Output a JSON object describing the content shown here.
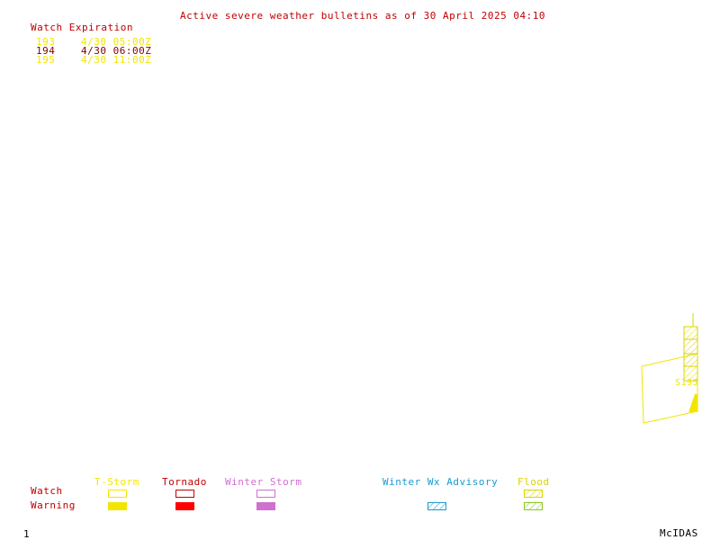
{
  "header": {
    "title": "Active severe weather bulletins as of 30 April 2025 04:10",
    "watch_expiration_label": "Watch Expiration"
  },
  "watches": [
    {
      "id": "193",
      "expires": "4/30 05:00Z",
      "color": "#f2e600"
    },
    {
      "id": "194",
      "expires": "4/30 06:00Z",
      "color": "#800000"
    },
    {
      "id": "195",
      "expires": "4/30 11:00Z",
      "color": "#f2e600"
    }
  ],
  "map": {
    "watch_label": "S195",
    "watch_label_color": "#f2e600"
  },
  "legend": {
    "row_labels": {
      "watch": "Watch",
      "warning": "Warning"
    },
    "categories": [
      {
        "name": "T-Storm",
        "color": "#f2e600"
      },
      {
        "name": "Tornado",
        "color": "#ff0000"
      },
      {
        "name": "Winter Storm",
        "color": "#d070d0"
      },
      {
        "name": "Winter Wx Advisory",
        "color": "#1a9ad0"
      },
      {
        "name": "Flood",
        "color": "#88c820"
      }
    ]
  },
  "footer": {
    "page_number": "1",
    "brand": "McIDAS"
  }
}
